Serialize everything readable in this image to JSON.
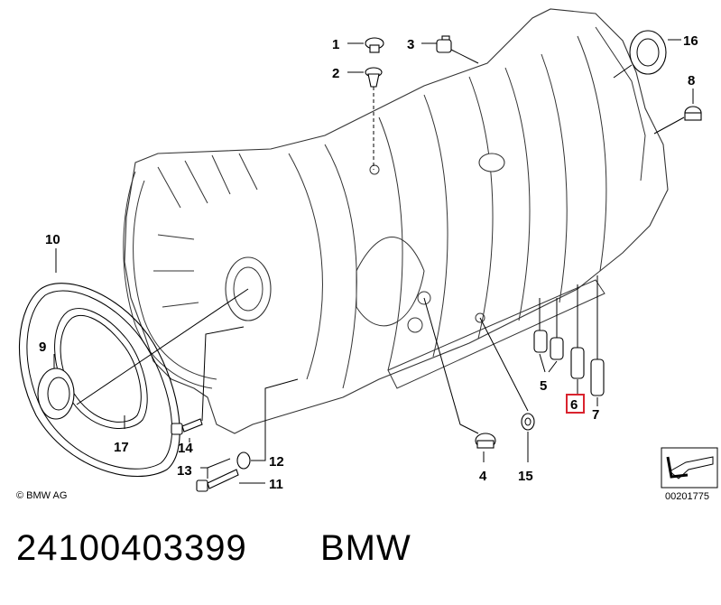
{
  "diagram": {
    "copyright": "© BMW AG",
    "image_code": "00201775",
    "highlighted_callout": "6",
    "highlight_color": "#d9232e",
    "callouts": [
      "1",
      "2",
      "3",
      "4",
      "5",
      "6",
      "7",
      "8",
      "9",
      "10",
      "11",
      "12",
      "13",
      "14",
      "15",
      "16",
      "17"
    ]
  },
  "footer": {
    "part_number": "24100403399",
    "brand": "BMW"
  }
}
